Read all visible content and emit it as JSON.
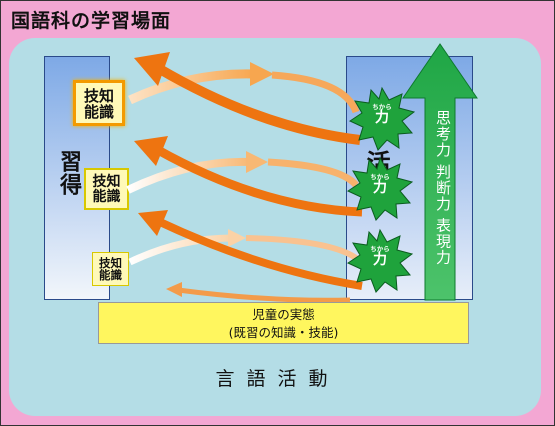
{
  "title": "国語科の学習場面",
  "left_column": {
    "label": "習得"
  },
  "right_column": {
    "label": "活用"
  },
  "knowledge_boxes": [
    {
      "line1": "技知",
      "line2": "能識"
    },
    {
      "line1": "技知",
      "line2": "能識"
    },
    {
      "line1": "技知",
      "line2": "能識"
    }
  ],
  "bursts": [
    {
      "ruby": "ちから",
      "main": "力"
    },
    {
      "ruby": "ちから",
      "main": "力"
    },
    {
      "ruby": "ちから",
      "main": "力"
    }
  ],
  "big_arrow": {
    "text": "思考力 判断力 表現力"
  },
  "foundation": {
    "line1": "児童の実態",
    "line2": "(既習の知識・技能)"
  },
  "bottom_label": "言語活動",
  "colors": {
    "frame": "#f3a7d3",
    "inner": "#b4dde6",
    "arrow_green": "#1fa645",
    "arrow_orange": "#ee7410",
    "burst": "#1fa33c"
  }
}
